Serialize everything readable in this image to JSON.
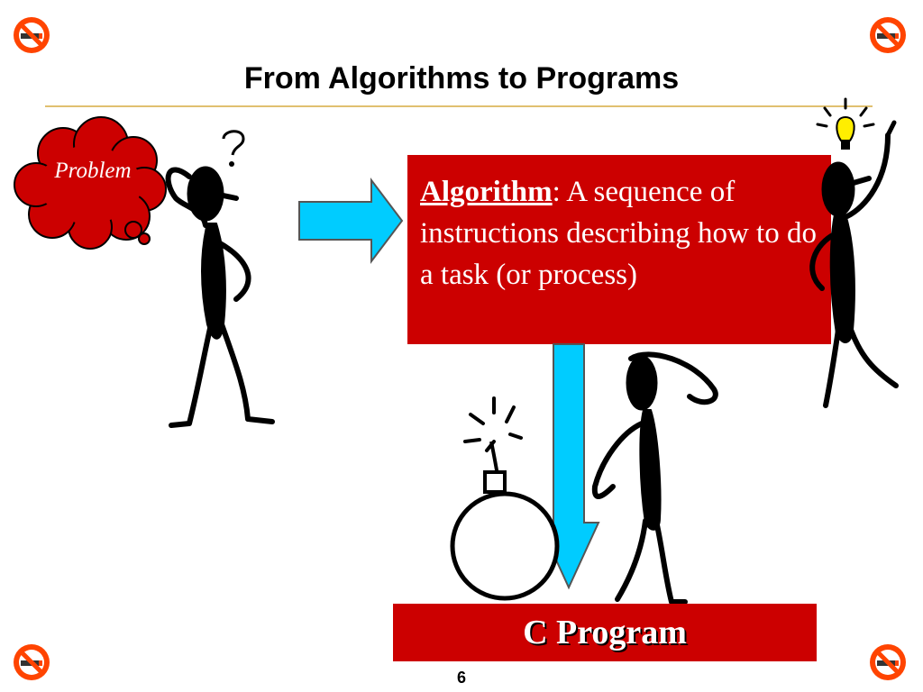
{
  "slide": {
    "title": "From Algorithms to Programs",
    "page_number": "6"
  },
  "problem_cloud": {
    "label": "Problem"
  },
  "algorithm_box": {
    "term": "Algorithm",
    "separator": ":",
    "definition": " A sequence of instructions describing how to do a task (or process)"
  },
  "program_box": {
    "label": "C  Program"
  },
  "icons": [
    "no-smoking-icon",
    "no-smoking-icon",
    "no-smoking-icon",
    "no-smoking-icon",
    "question-mark-icon",
    "light-bulb-icon",
    "bomb-icon"
  ],
  "colors": {
    "box_red": "#cc0000",
    "arrow_cyan": "#00ccff",
    "rule_gold": "#e0c070",
    "icon_orange": "#ff4400"
  }
}
